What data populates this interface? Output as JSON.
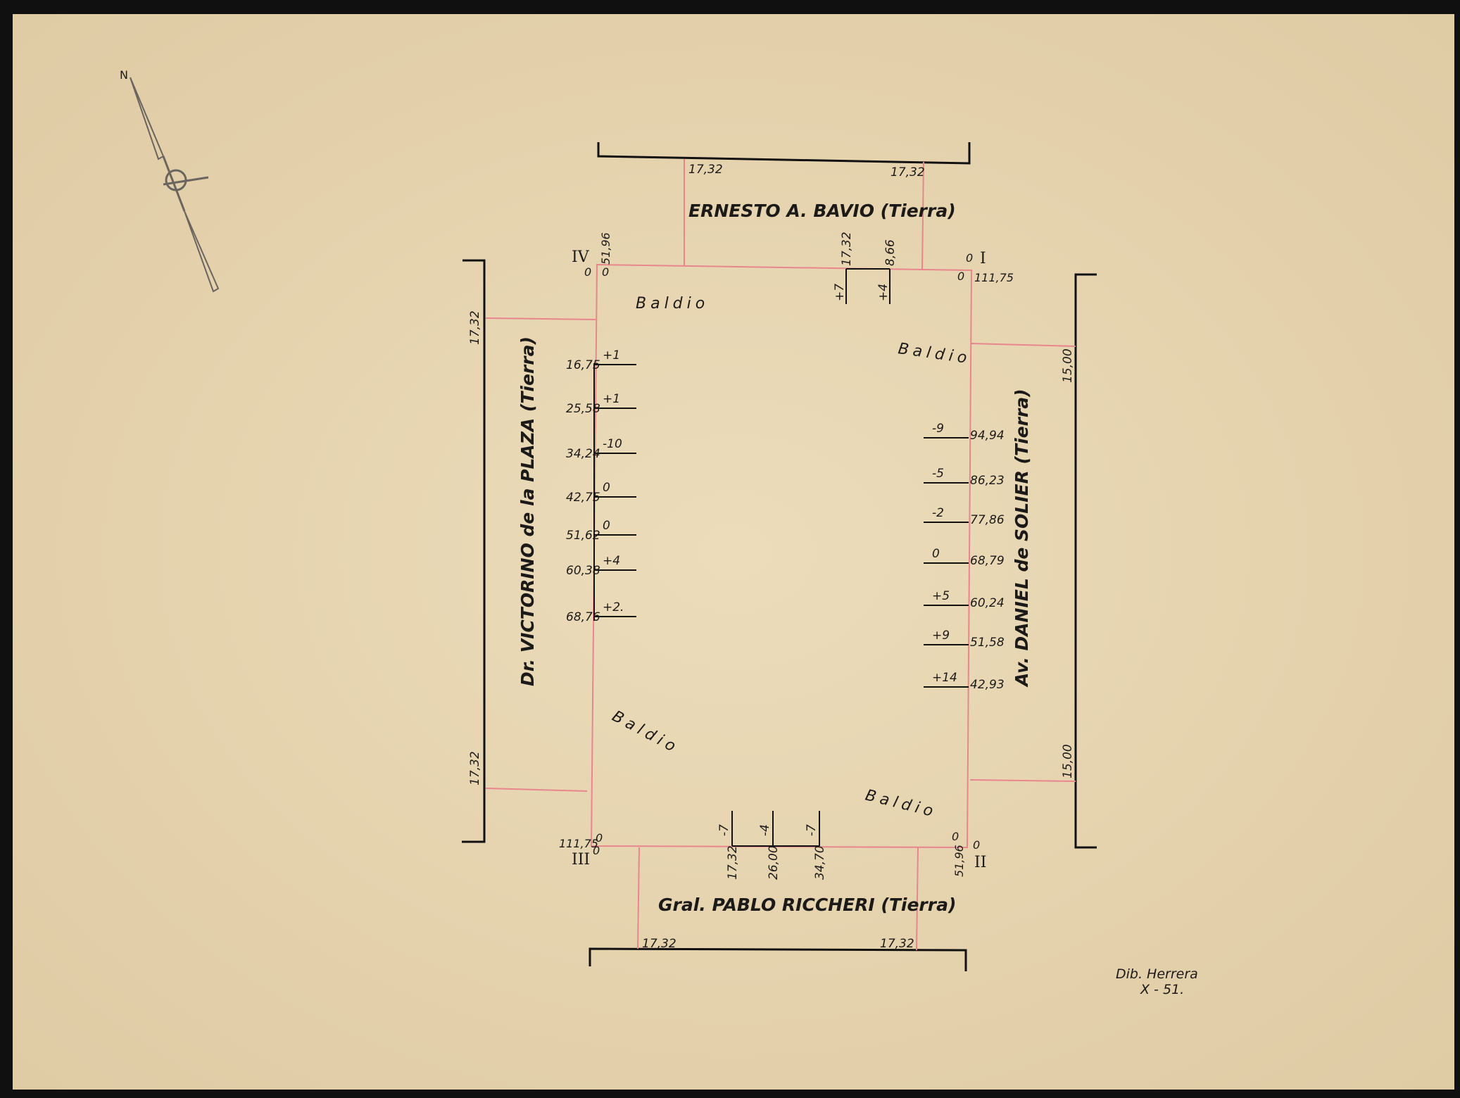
{
  "streets": {
    "north": "ERNESTO A. BAVIO (Tierra)",
    "south": "Gral. PABLO RICCHERI (Tierra)",
    "west": "Dr. VICTORINO de la PLAZA (Tierra)",
    "east": "Av. DANIEL de SOLIER (Tierra)"
  },
  "widths": {
    "north_left": "17,32",
    "north_right": "17,32",
    "south_left": "17,32",
    "south_right": "17,32",
    "west_top": "17,32",
    "west_bottom": "17,32",
    "east_top": "15,00",
    "east_bottom": "15,00"
  },
  "corners": {
    "I": {
      "roman": "I",
      "dist": "111,75",
      "zero_a": "0",
      "zero_b": "0"
    },
    "II": {
      "roman": "II",
      "dist": "51,96",
      "zero_a": "0",
      "zero_b": "0"
    },
    "III": {
      "roman": "III",
      "dist": "111,75",
      "zero_a": "0",
      "zero_b": "0"
    },
    "IV": {
      "roman": "IV",
      "dist": "51,96",
      "zero_a": "0",
      "zero_b": "0"
    }
  },
  "baldio": [
    "Baldio",
    "Baldio",
    "Baldio",
    "Baldio"
  ],
  "west_profile": [
    {
      "dist": "16,75",
      "level": "+1"
    },
    {
      "dist": "25,58",
      "level": "+1"
    },
    {
      "dist": "34,24",
      "level": "-10"
    },
    {
      "dist": "42,75",
      "level": "0"
    },
    {
      "dist": "51,62",
      "level": "0"
    },
    {
      "dist": "60,38",
      "level": "+4"
    },
    {
      "dist": "68,76",
      "level": "+2."
    }
  ],
  "east_profile": [
    {
      "dist": "94,94",
      "level": "-9"
    },
    {
      "dist": "86,23",
      "level": "-5"
    },
    {
      "dist": "77,86",
      "level": "-2"
    },
    {
      "dist": "68,79",
      "level": "0"
    },
    {
      "dist": "60,24",
      "level": "+5"
    },
    {
      "dist": "51,58",
      "level": "+9"
    },
    {
      "dist": "42,93",
      "level": "+14"
    }
  ],
  "north_profile": [
    {
      "dist": "17,32",
      "level": "+7"
    },
    {
      "dist": "8,66",
      "level": "+4"
    }
  ],
  "south_profile": [
    {
      "dist": "17,32",
      "level": "-7"
    },
    {
      "dist": "26,00",
      "level": "-4"
    },
    {
      "dist": "34,70",
      "level": "-7"
    }
  ],
  "compass": {
    "north_letter": "N"
  },
  "signature": {
    "name": "Dib. Herrera",
    "date": "X - 51."
  },
  "colors": {
    "paper": "#e9d9b6",
    "boundary": "#e8868e",
    "ink": "#111111"
  }
}
